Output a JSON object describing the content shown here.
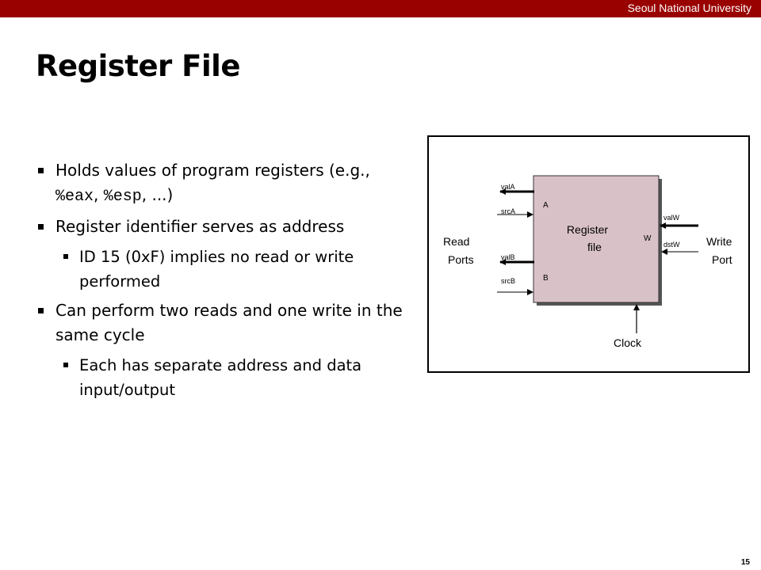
{
  "header": {
    "university": "Seoul National University"
  },
  "slide": {
    "title": "Register File",
    "bullets": {
      "b1": {
        "text_a": "Holds values of program registers (e.g., ",
        "code1": "%eax",
        "sep": ", ",
        "code2": "%esp",
        "text_b": ", ...)"
      },
      "b2": {
        "text": "Register identifier serves as address"
      },
      "b2_sub": {
        "text": "ID 15 (0xF) implies no read or write performed"
      },
      "b3": {
        "text": "Can perform two reads and one write in the same cycle"
      },
      "b3_sub": {
        "text": "Each has separate address and data input/output"
      }
    },
    "page_number": "15"
  },
  "diagram": {
    "block_label_line1": "Register",
    "block_label_line2": "file",
    "port_a": "A",
    "port_b": "B",
    "port_w": "W",
    "valA": "valA",
    "srcA": "srcA",
    "valB": "valB",
    "srcB": "srcB",
    "valW": "valW",
    "dstW": "dstW",
    "read_line1": "Read",
    "read_line2": "Ports",
    "write_line1": "Write",
    "write_line2": "Port",
    "clock": "Clock",
    "colors": {
      "block_fill": "#d9c2c7",
      "shadow": "#555555"
    }
  }
}
